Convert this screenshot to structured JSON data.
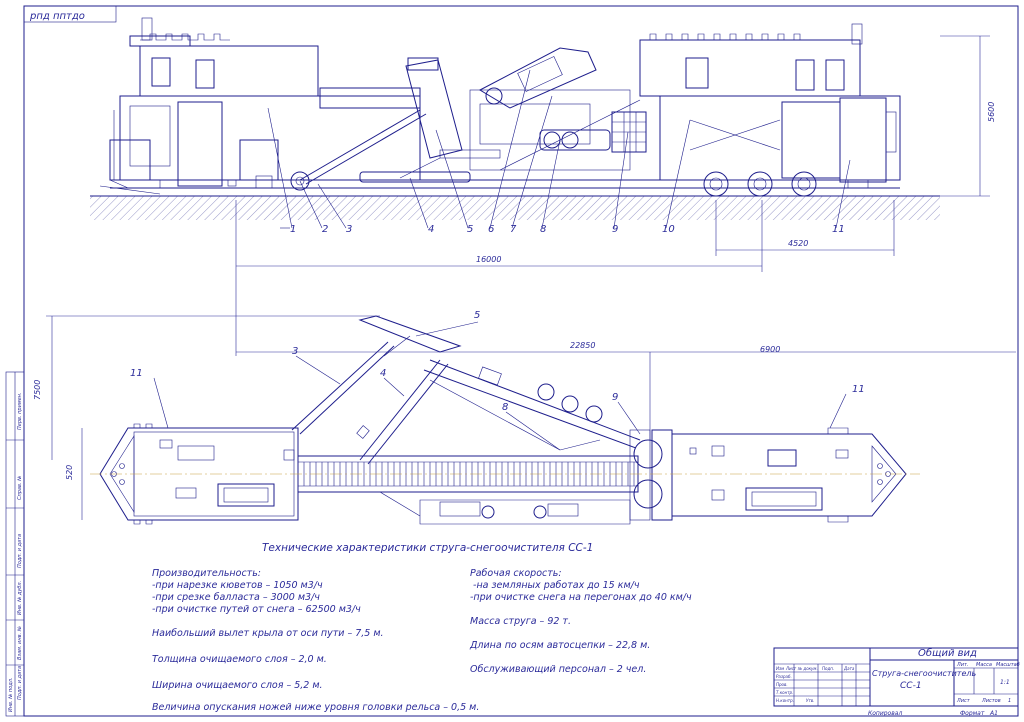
{
  "stamp": "рпд пптдо",
  "callouts_side": [
    "1",
    "2",
    "3",
    "4",
    "5",
    "6",
    "7",
    "8",
    "9",
    "10",
    "11"
  ],
  "callouts_plan": [
    "3",
    "4",
    "5",
    "8",
    "9",
    "11",
    "11"
  ],
  "dimensions": {
    "height": "5600",
    "bogie_base": "4520",
    "wheelbase": "16000",
    "total_length": "22850",
    "front_part": "6900",
    "wing_reach": "7500",
    "width": "520"
  },
  "caption": "Технические характеристики струга-снегоочистителя СС-1",
  "specs_left": [
    "Производительность:",
    "-при нарезке кюветов – 1050 м3/ч",
    "-при срезке балласта – 3000 м3/ч",
    "-при очистке путей от снега – 62500 м3/ч",
    "Наибольший вылет крыла от оси пути – 7,5 м.",
    "Толщина очищаемого слоя – 2,0 м.",
    "Ширина очищаемого слоя – 5,2 м.",
    "Величина опускания ножей ниже уровня головки рельса – 0,5 м."
  ],
  "specs_right": [
    "Рабочая скорость:",
    " -на земляных работах до 15 км/ч",
    "-при очистке снега на перегонах до 40 км/ч",
    "Масса струга – 92 т.",
    "Длина по осям автосцепки – 22,8 м.",
    "Обслуживающий персонал – 2 чел."
  ],
  "title_block": {
    "title": "Общий вид",
    "name_line1": "Струга-снегоочиститель",
    "name_line2": "СС-1",
    "col_lit": "Лит.",
    "col_mass": "Масса",
    "col_scale": "Масштаб",
    "scale": "1:1",
    "sheet_label": "Лист",
    "sheets_label": "Листов",
    "sheets_count": "1",
    "rows": [
      "Изм",
      "Лист",
      "№ докум.",
      "Подп.",
      "Дата",
      "Разраб.",
      "Пров.",
      "Т.контр.",
      "Н.контр.",
      "Утв."
    ]
  },
  "footer": {
    "copied": "Копировал",
    "format_label": "Формат",
    "format": "A1"
  },
  "side_strip": [
    "Перв. примен.",
    "Справ. №",
    "Подп. и дата",
    "Инв. № дубл.",
    "Взам. инв. №",
    "Подп. и дата",
    "Инв. № подл."
  ]
}
